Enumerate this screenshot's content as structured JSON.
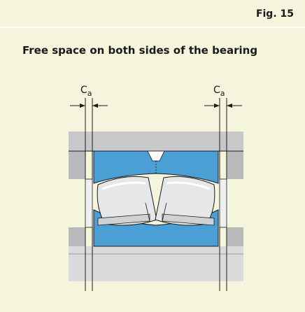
{
  "header": {
    "fig_label": "Fig. 15"
  },
  "caption": "Free space on both sides of the bearing",
  "dimension_labels": [
    {
      "main": "C",
      "sub": "a"
    },
    {
      "main": "C",
      "sub": "a"
    }
  ],
  "colors": {
    "background": "#f5f4dc",
    "housing": "#c7c8ca",
    "bearing_ring": "#4a9fd5",
    "roller": "#e6e7e8",
    "shaft": "#d9dadb",
    "outline": "#1a1a1a"
  }
}
